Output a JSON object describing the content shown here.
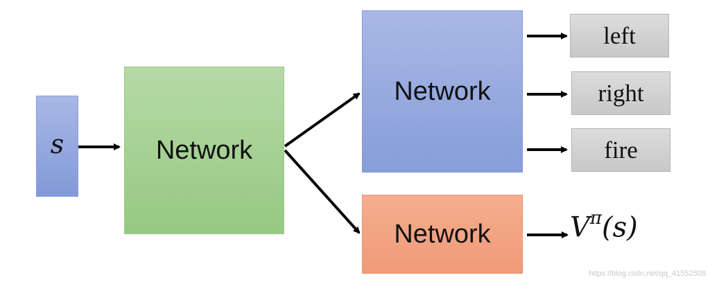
{
  "input": {
    "label": "s"
  },
  "shared_network": {
    "label": "Network"
  },
  "actor_network": {
    "label": "Network"
  },
  "critic_network": {
    "label": "Network"
  },
  "actions": [
    {
      "label": "left"
    },
    {
      "label": "right"
    },
    {
      "label": "fire"
    }
  ],
  "value_output": {
    "symbol": "V",
    "superscript": "π",
    "argument": "(s)"
  },
  "watermark": "https://blog.csdn.net/qq_41552508",
  "colors": {
    "input": "#8fa3dd",
    "shared": "#a6d193",
    "actor": "#96a9e0",
    "critic": "#f2a384",
    "action": "#d2d2d2"
  }
}
